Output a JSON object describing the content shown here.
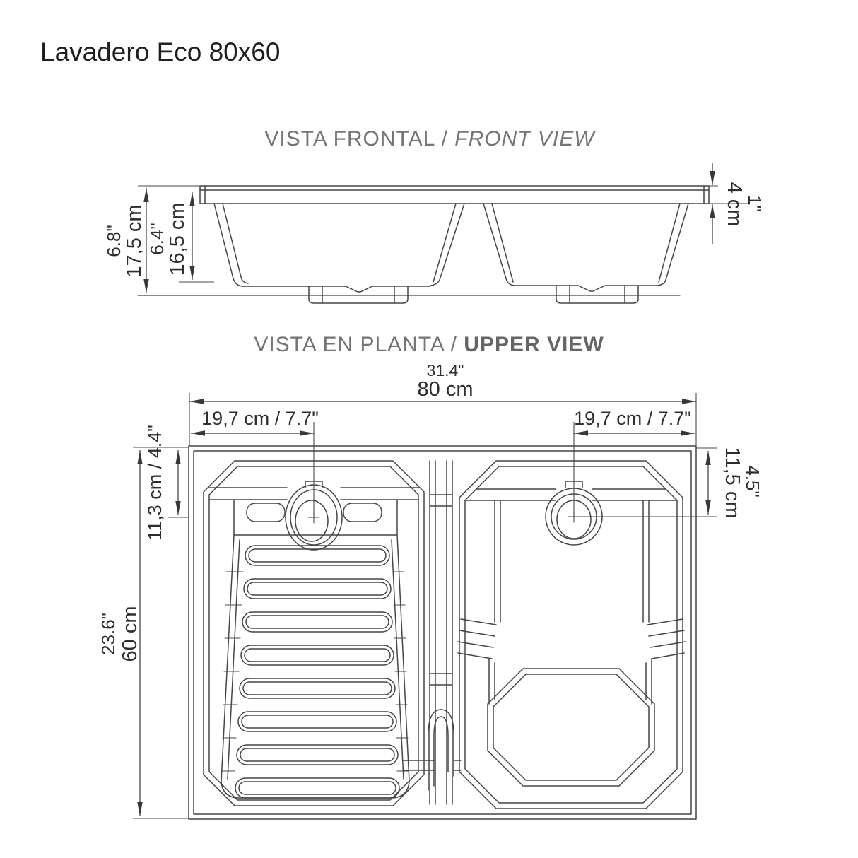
{
  "title": "Lavadero Eco 80x60",
  "colors": {
    "line": "#454545",
    "dimension_text": "#2e2e2e",
    "heading": "#757575",
    "title": "#1f1f1f",
    "background": "#ffffff"
  },
  "front_view": {
    "heading_es": "VISTA FRONTAL / ",
    "heading_en": "FRONT VIEW",
    "dims": {
      "total_height_in": "6.8\"",
      "total_height_cm": "17,5 cm",
      "basin_height_in": "6.4\"",
      "basin_height_cm": "16,5 cm",
      "rim_in": "1\"",
      "rim_cm": "4 cm"
    }
  },
  "upper_view": {
    "heading_es": "VISTA EN PLANTA / ",
    "heading_en": "UPPER VIEW",
    "dims": {
      "width_in": "31.4\"",
      "width_cm": "80 cm",
      "left_drain_offset": "19,7 cm  / 7.7\"",
      "right_drain_offset": "19,7 cm  / 7.7\"",
      "left_drain_depth": "11,3 cm / 4.4\"",
      "right_drain_depth_in": "4.5\"",
      "right_drain_depth_cm": "11,5 cm",
      "depth_in": "23.6\"",
      "depth_cm": "60 cm"
    }
  }
}
